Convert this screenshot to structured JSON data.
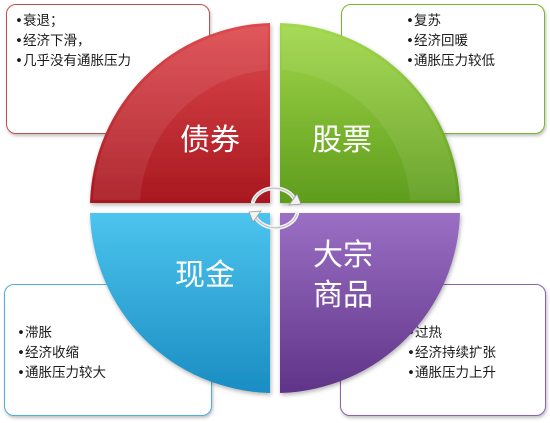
{
  "quadrants": {
    "top_left": {
      "title": "债券",
      "color": "#c0252b"
    },
    "top_right": {
      "title": "股票",
      "color": "#7ab62c"
    },
    "bottom_left": {
      "title": "现金",
      "color": "#22a8d9"
    },
    "bottom_right": {
      "title_line1": "大宗",
      "title_line2": "商品",
      "color": "#7b4fa3"
    }
  },
  "notes": {
    "top_left": {
      "border_color": "#c05050",
      "items": [
        "衰退；",
        "经济下滑，",
        "几乎没有通胀压力"
      ]
    },
    "top_right": {
      "border_color": "#7ab62c",
      "items": [
        "复苏",
        "经济回暖",
        "通胀压力较低"
      ]
    },
    "bottom_left": {
      "border_color": "#4fb0dc",
      "items": [
        "滞胀",
        "经济收缩",
        "通胀压力较大"
      ]
    },
    "bottom_right": {
      "border_color": "#8a62b0",
      "items": [
        "过热",
        "经济持续扩张",
        "通胀压力上升"
      ]
    }
  },
  "center": {
    "icon": "cycle-arrows-icon"
  }
}
